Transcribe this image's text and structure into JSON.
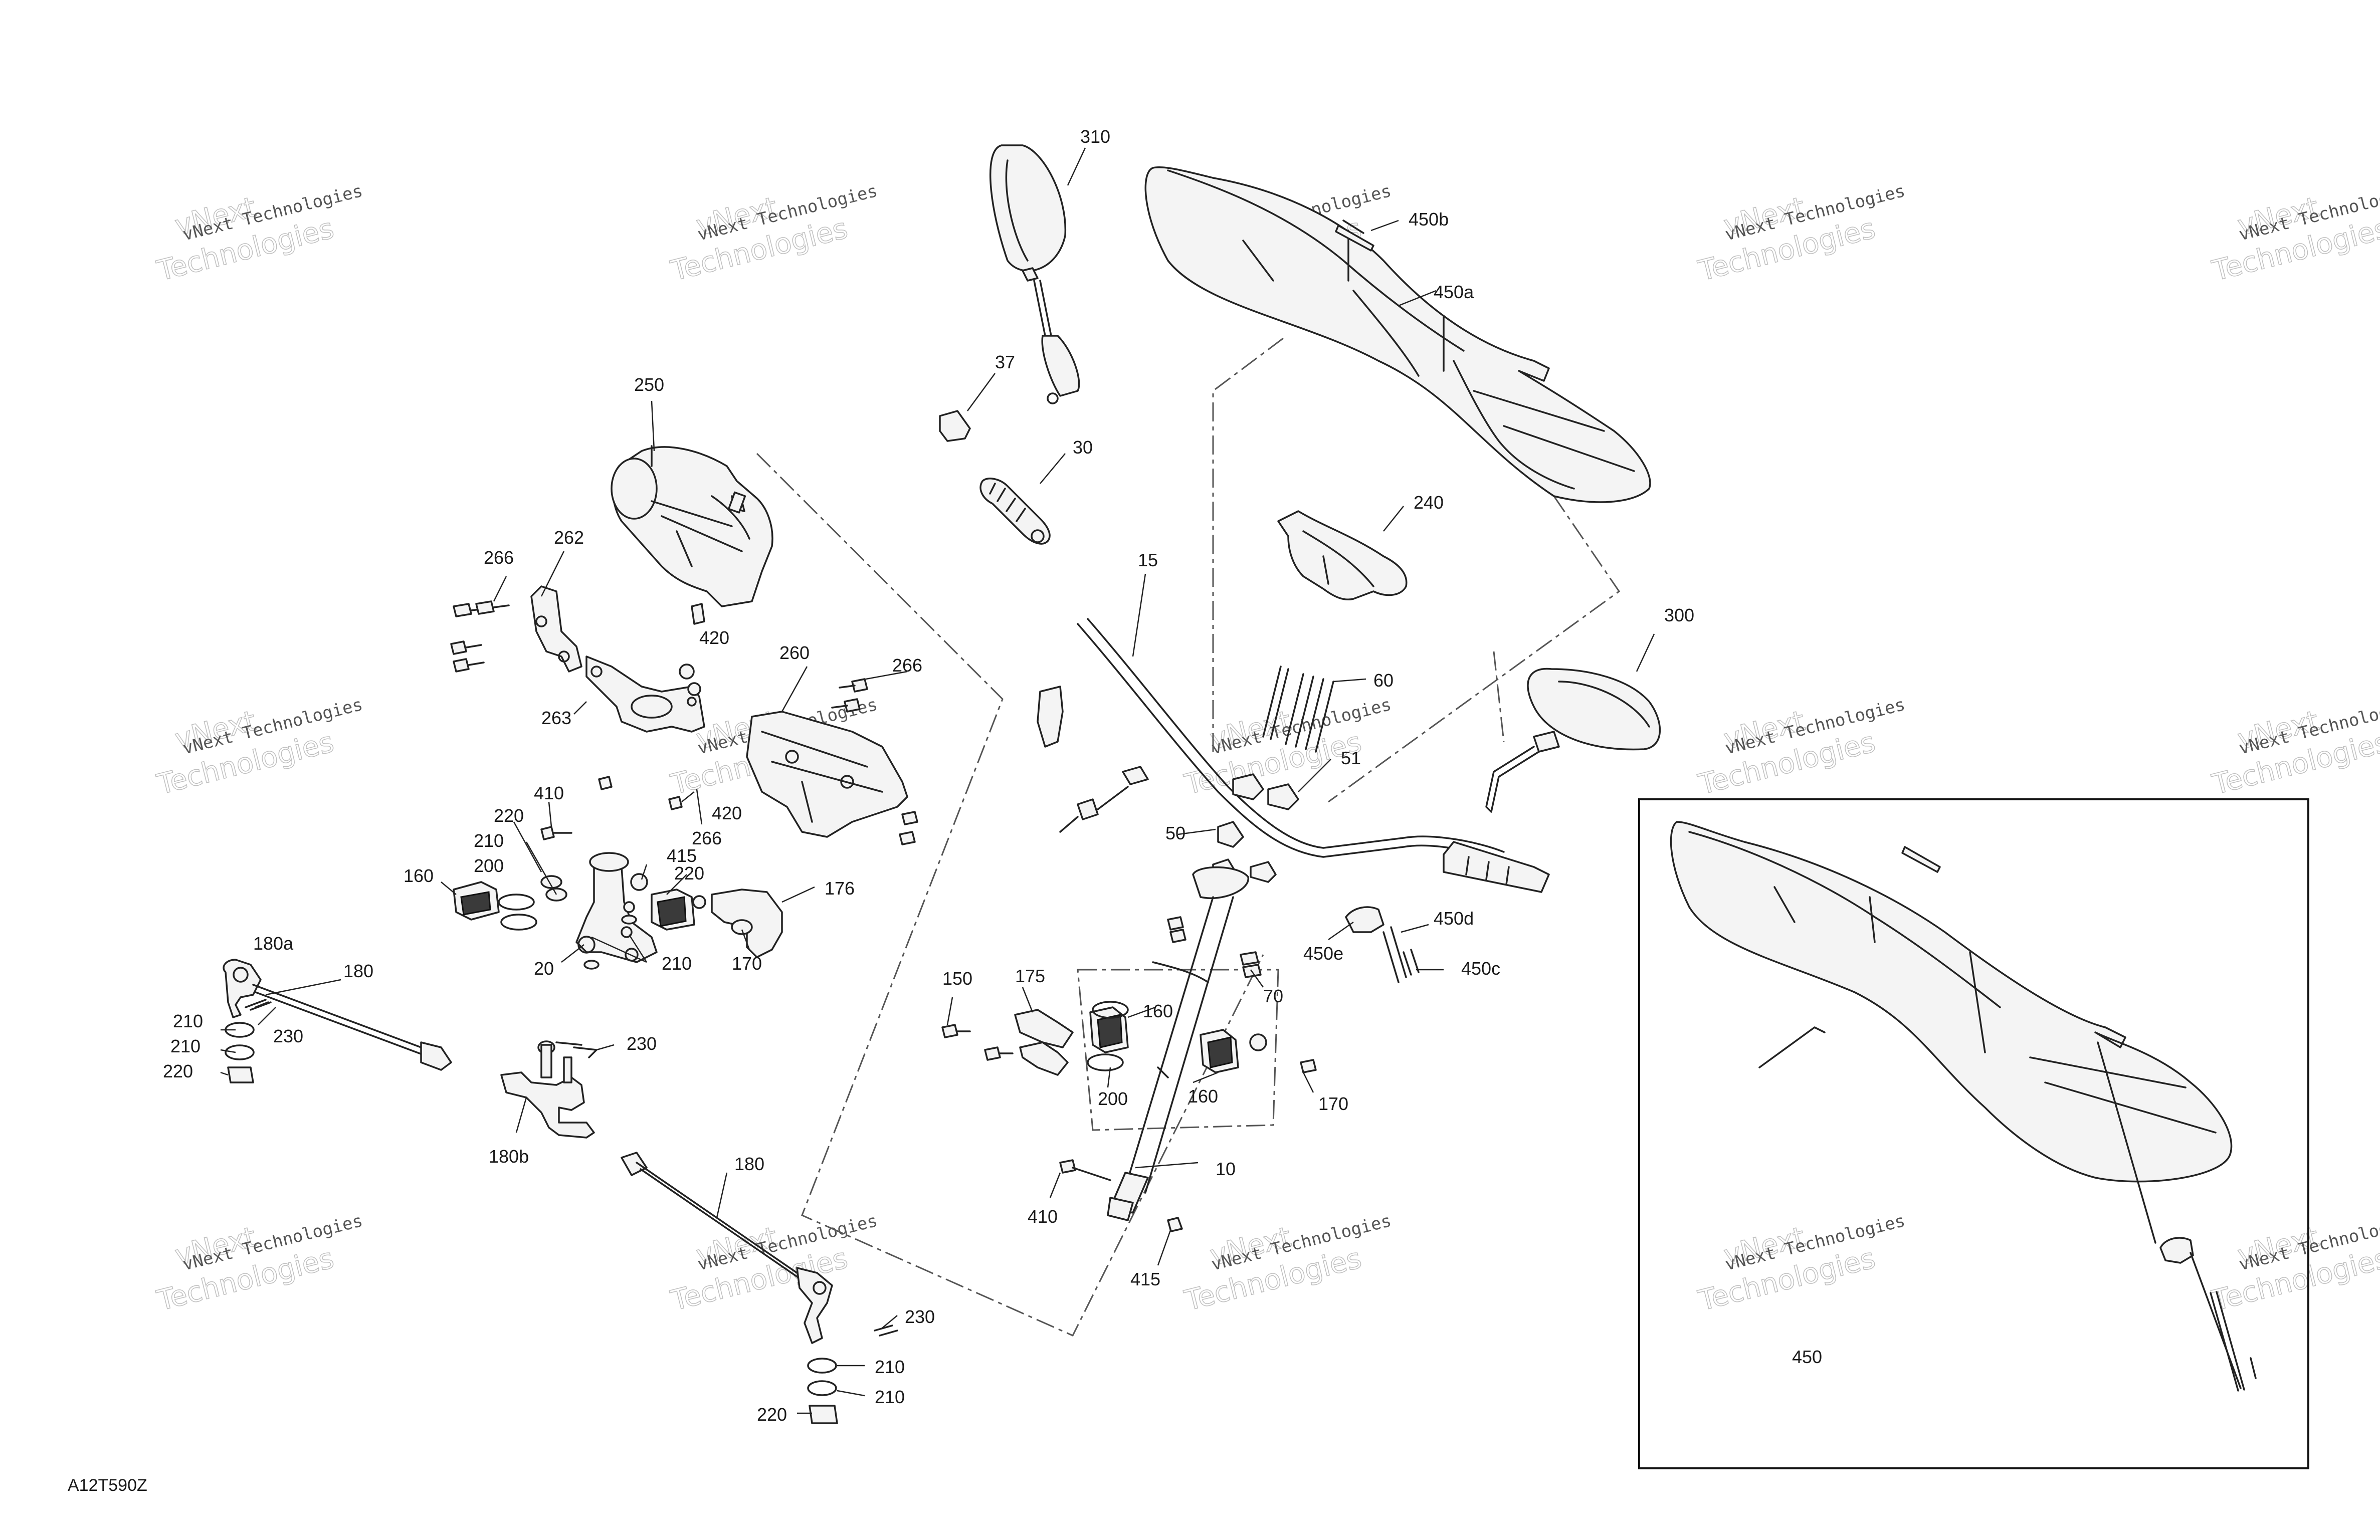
{
  "drawing_code": "A12T590Z",
  "watermark_line1": "vNext Technologies",
  "watermark_line2": "vNext",
  "watermark_line3": "Technologies",
  "inset_label": "450",
  "callouts": {
    "c310": "310",
    "c450b": "450b",
    "c450a": "450a",
    "c37": "37",
    "c30": "30",
    "c250": "250",
    "c240": "240",
    "c15": "15",
    "c262": "262",
    "c266a": "266",
    "c420a": "420",
    "c260": "260",
    "c266b": "266",
    "c60": "60",
    "c300": "300",
    "c263": "263",
    "c51": "51",
    "c410a": "410",
    "c420b": "420",
    "c220a": "220",
    "c266c": "266",
    "c50": "50",
    "c210a": "210",
    "c415a": "415",
    "c200a": "200",
    "c220b": "220",
    "c176": "176",
    "c160a": "160",
    "c450d": "450d",
    "c450e": "450e",
    "c20": "20",
    "c210b": "210",
    "c170a": "170",
    "c450c": "450c",
    "c180a": "180a",
    "c180b": "180",
    "c175": "175",
    "c150": "150",
    "c70": "70",
    "c210c": "210",
    "c230a": "230",
    "c160b": "160",
    "c210d": "210",
    "c230b": "230",
    "c220c": "220",
    "c200b": "200",
    "c160c": "160",
    "c170b": "170",
    "c180b2": "180b",
    "c10": "10",
    "c180c": "180",
    "c410b": "410",
    "c415b": "415",
    "c230c": "230",
    "c210e": "210",
    "c210f": "210",
    "c220d": "220"
  }
}
